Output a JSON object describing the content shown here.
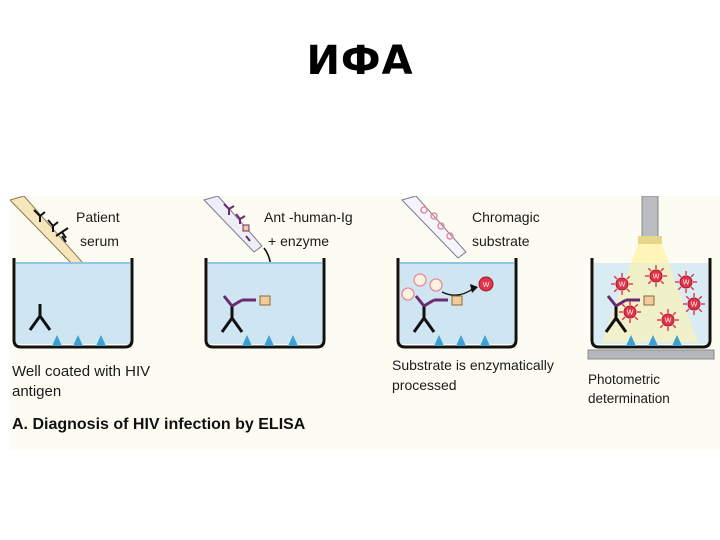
{
  "slide": {
    "title": "ИФА"
  },
  "figure": {
    "caption": "A. Diagnosis of HIV infection by ELISA",
    "panels": [
      {
        "pipette_label_line1": "Patient",
        "pipette_label_line2": "serum",
        "bottom_label_line1": "Well coated with HIV",
        "bottom_label_line2": "antigen"
      },
      {
        "pipette_label_line1": "Ant -human-Ig",
        "pipette_label_line2": "+ enzyme"
      },
      {
        "pipette_label_line1": "Chromagic",
        "pipette_label_line2": "substrate",
        "bottom_label_line1": "Substrate is enzymatically",
        "bottom_label_line2": "processed"
      },
      {
        "bottom_label_line1": "Photometric",
        "bottom_label_line2": "determination"
      }
    ],
    "colors": {
      "liquid": "#cfe6f2",
      "liquid_edge": "#8fc6e2",
      "antigen": "#3d9fd3",
      "antibody": "#111111",
      "secondary_antibody": "#6a2a72",
      "enzyme": "#f3cc9a",
      "substrate": "#e98a9b",
      "product": "#e2334a",
      "light": "#fff0a6"
    }
  }
}
